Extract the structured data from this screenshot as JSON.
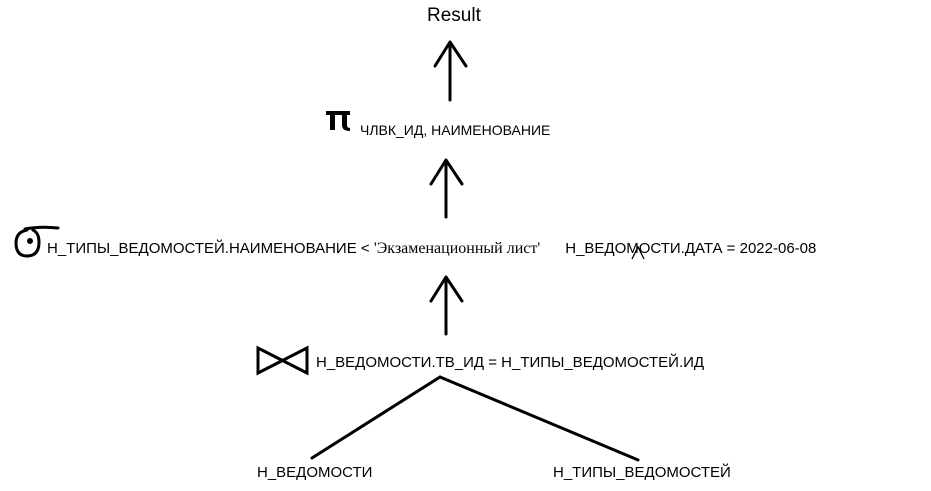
{
  "root": {
    "label": "Result"
  },
  "projection": {
    "attributes": "ЧЛВК_ИД, НАИМЕНОВАНИЕ"
  },
  "selection": {
    "condition_left": "Н_ТИПЫ_ВЕДОМОСТЕЙ.НАИМЕНОВАНИЕ < ",
    "literal": "'Экзаменационный лист'",
    "condition_right": "Н_ВЕДОМОСТИ.ДАТА = 2022-06-08"
  },
  "join": {
    "condition": "Н_ВЕДОМОСТИ.ТВ_ИД = Н_ТИПЫ_ВЕДОМОСТЕЙ.ИД"
  },
  "relations": {
    "left": "Н_ВЕДОМОСТИ",
    "right": "Н_ТИПЫ_ВЕДОМОСТЕЙ"
  }
}
